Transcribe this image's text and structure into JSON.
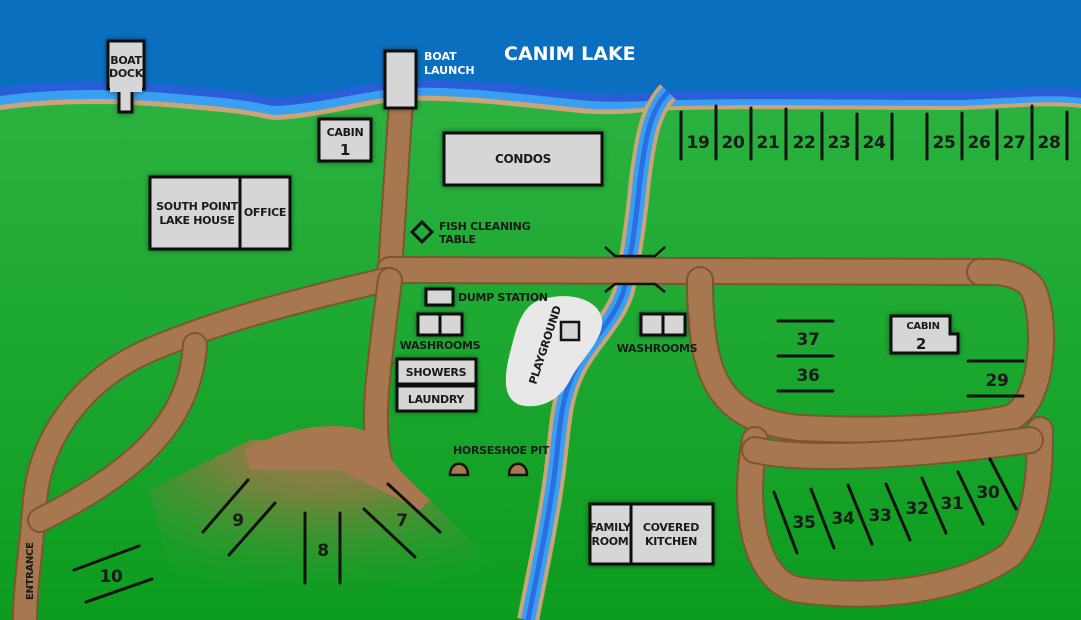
{
  "map": {
    "title": "CANIM LAKE",
    "colors": {
      "lake": "#0a6fbf",
      "lake_shallow": "#2a8fe0",
      "shore_sand": "#c9a577",
      "grass": "#22b03a",
      "road": "#a7774f",
      "road_edge": "#7d5531",
      "building": "#d6d6d6",
      "stream": "#2a8fe0",
      "playground": "#e8e8e8"
    },
    "labels": {
      "boat_dock": [
        "BOAT",
        "DOCK"
      ],
      "boat_launch": [
        "BOAT",
        "LAUNCH"
      ],
      "cabin_1": [
        "CABIN",
        "1"
      ],
      "condos": "CONDOS",
      "south_point_lake_house": [
        "SOUTH POINT",
        "LAKE HOUSE"
      ],
      "office": "OFFICE",
      "fish_cleaning_table": [
        "FISH CLEANING",
        "TABLE"
      ],
      "dump_station": "DUMP STATION",
      "washrooms_west": "WASHROOMS",
      "washrooms_east": "WASHROOMS",
      "showers": "SHOWERS",
      "laundry": "LAUNDRY",
      "playground": "PLAYGROUND",
      "horseshoe_pit": "HORSESHOE PIT",
      "family_room": [
        "FAMILY",
        "ROOM"
      ],
      "covered_kitchen": [
        "COVERED",
        "KITCHEN"
      ],
      "cabin_2": [
        "CABIN",
        "2"
      ],
      "entrance": "ENTRANCE"
    },
    "lakefront_sites": [
      "19",
      "20",
      "21",
      "22",
      "23",
      "24",
      "25",
      "26",
      "27",
      "28"
    ],
    "loop_sites": [
      "37",
      "36",
      "29"
    ],
    "south_loop_sites": [
      "35",
      "34",
      "33",
      "32",
      "31",
      "30"
    ],
    "west_sites": [
      "10",
      "9",
      "8",
      "7"
    ]
  }
}
